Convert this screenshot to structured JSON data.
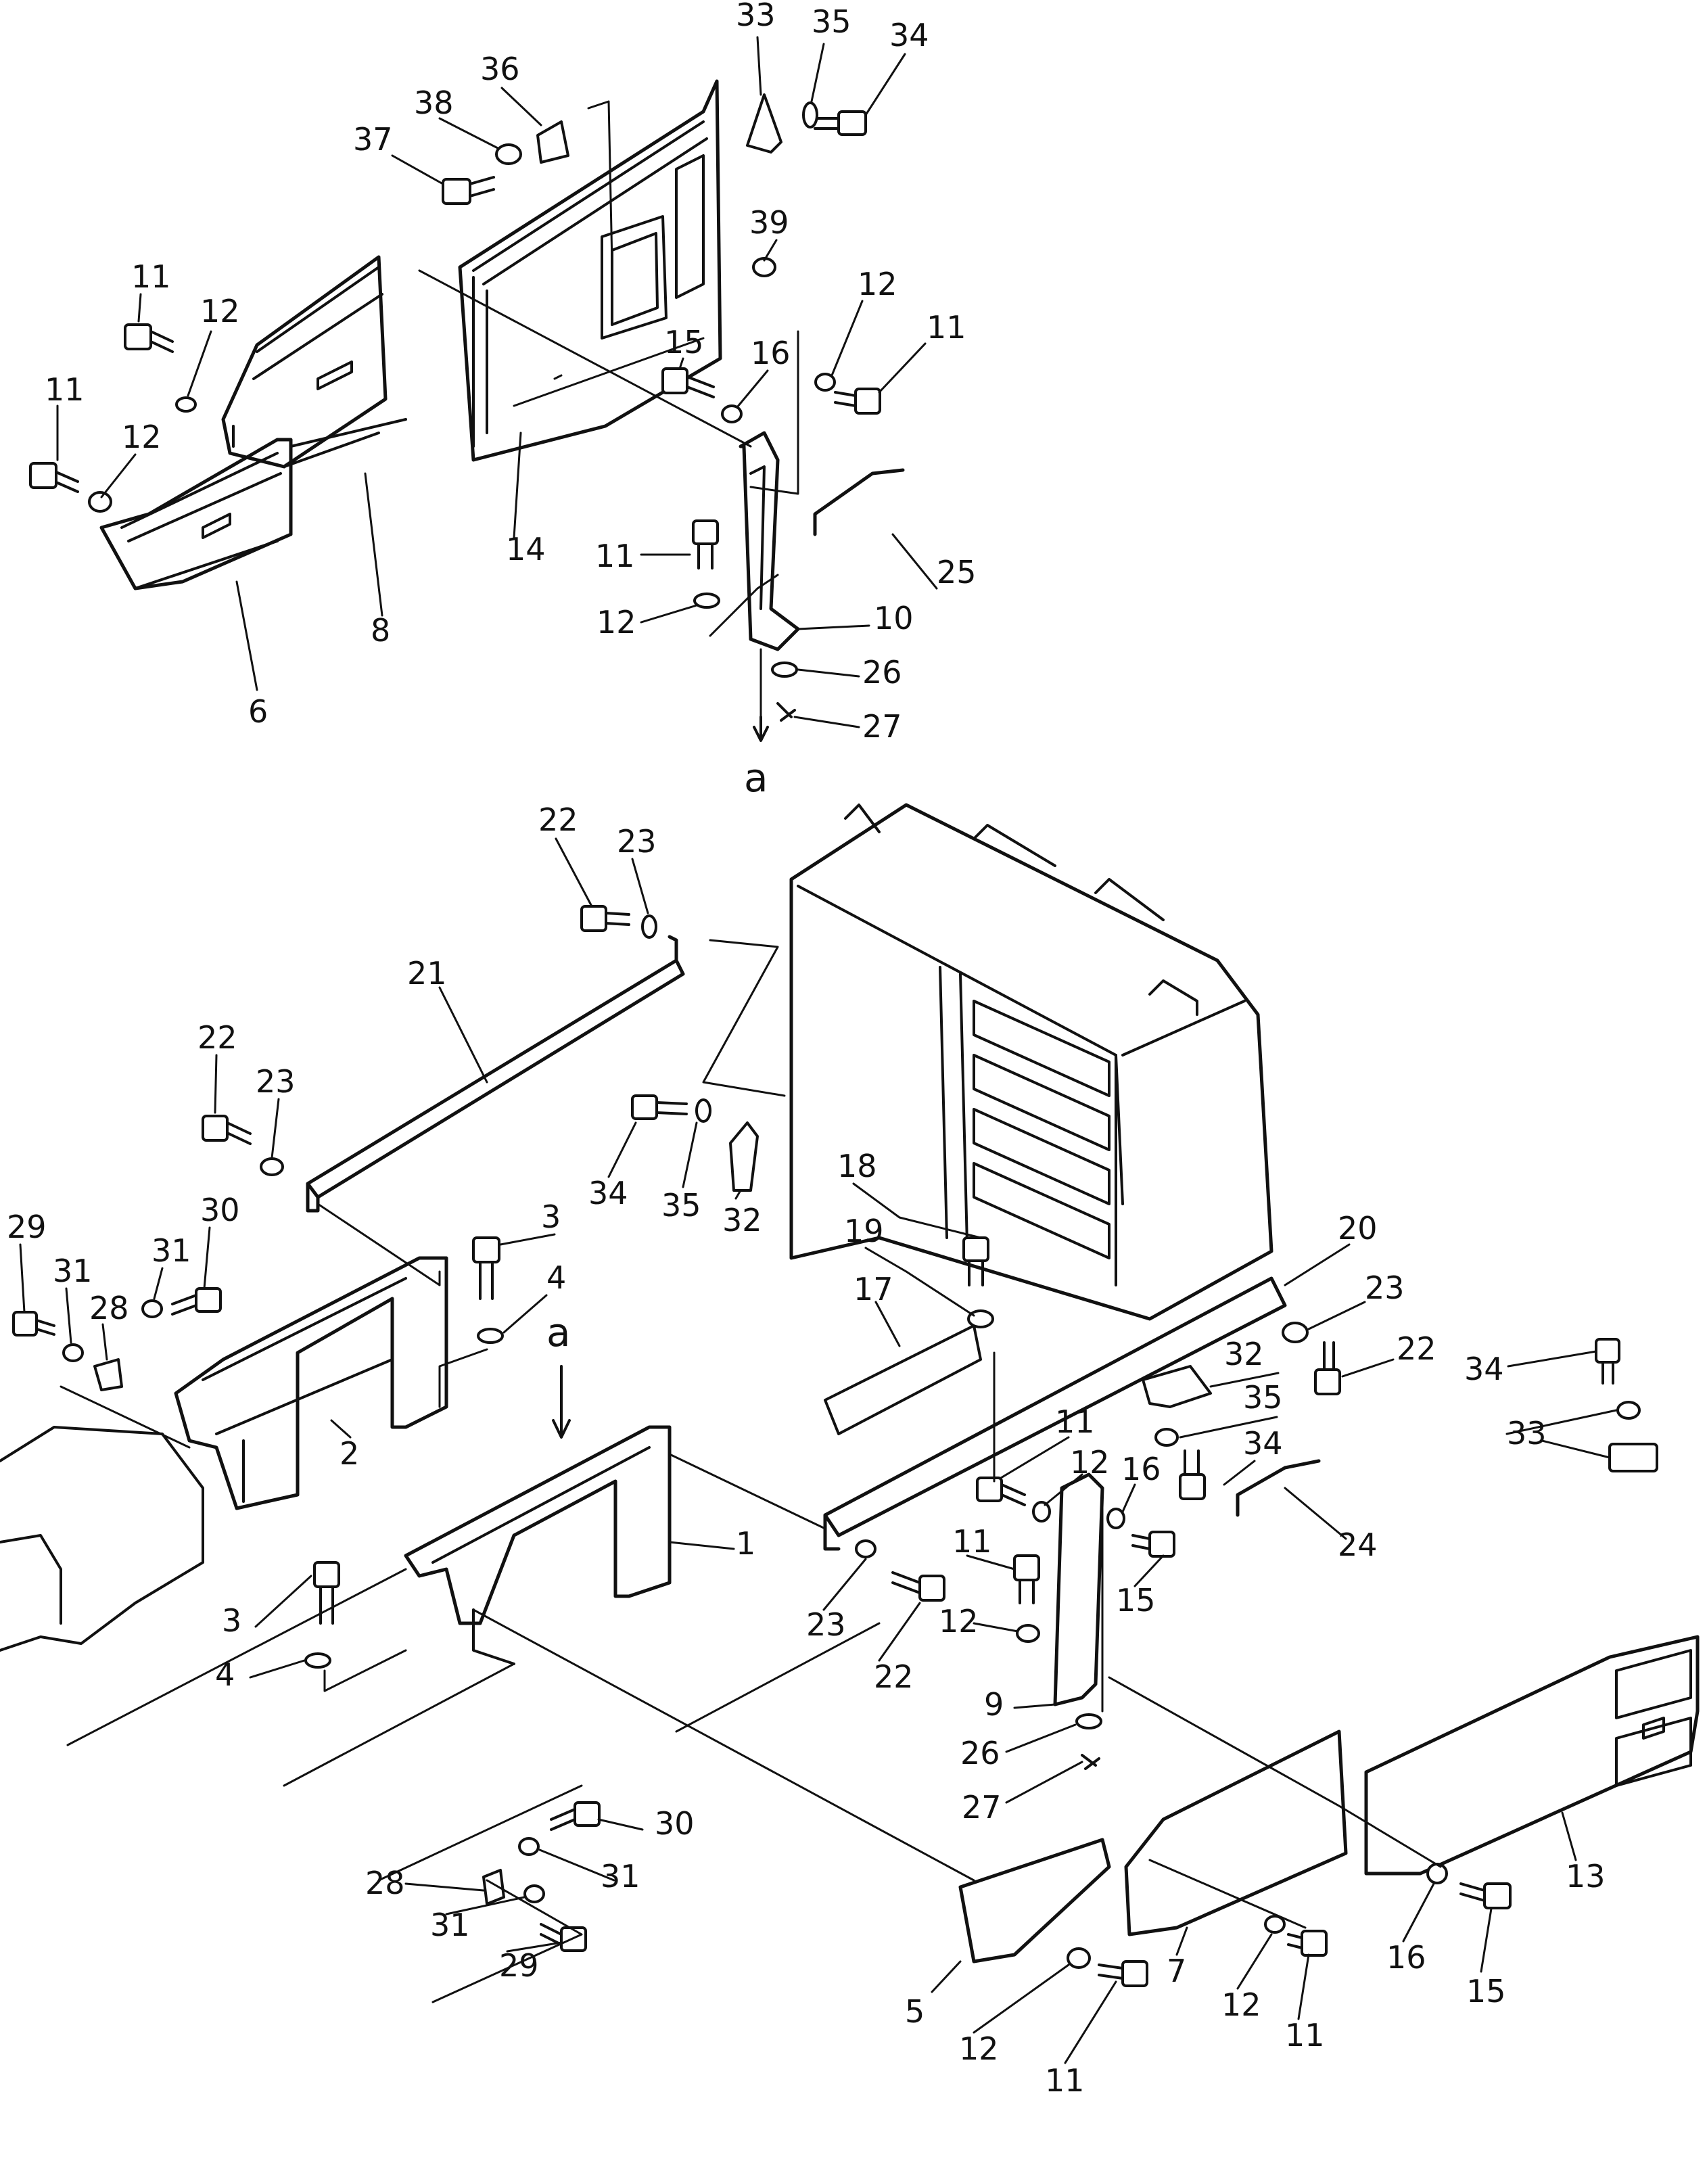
{
  "diagram": {
    "view_labels": [
      "a",
      "a"
    ],
    "callouts": [
      "33",
      "35",
      "34",
      "36",
      "38",
      "37",
      "39",
      "11",
      "12",
      "11",
      "12",
      "15",
      "16",
      "12",
      "11",
      "25",
      "8",
      "14",
      "6",
      "11",
      "12",
      "10",
      "26",
      "27",
      "22",
      "23",
      "21",
      "22",
      "23",
      "34",
      "35",
      "32",
      "18",
      "19",
      "17",
      "20",
      "23",
      "22",
      "34",
      "32",
      "35",
      "33",
      "29",
      "31",
      "31",
      "30",
      "28",
      "2",
      "3",
      "4",
      "3",
      "4",
      "1",
      "11",
      "12",
      "16",
      "34",
      "24",
      "15",
      "23",
      "22",
      "11",
      "12",
      "9",
      "26",
      "27",
      "13",
      "30",
      "31",
      "28",
      "31",
      "29",
      "5",
      "12",
      "11",
      "7",
      "12",
      "11",
      "16",
      "15"
    ]
  }
}
